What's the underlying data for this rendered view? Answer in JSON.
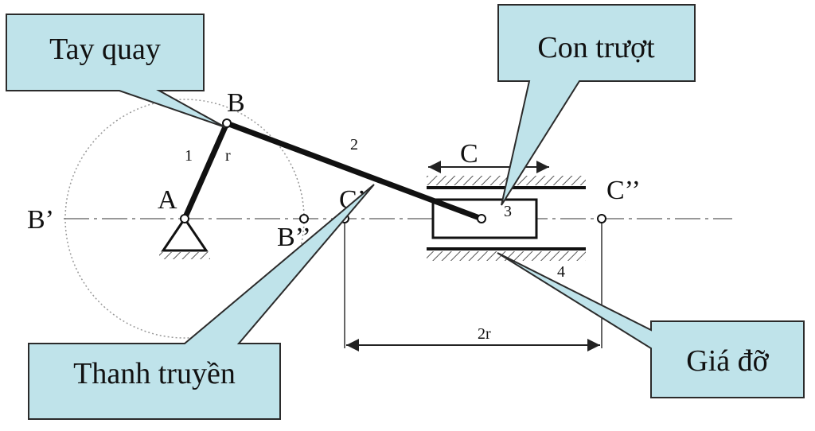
{
  "callouts": {
    "crank": "Tay quay",
    "slider": "Con trượt",
    "rod": "Thanh truyền",
    "frame": "Giá đỡ"
  },
  "points": {
    "A": "A",
    "B": "B",
    "B_left": "B’",
    "B_right": "B’’",
    "C": "C",
    "C_left": "C’",
    "C_right": "C’’"
  },
  "numbers": {
    "link1": "1",
    "radius": "r",
    "link2": "2",
    "link3": "3",
    "link4": "4",
    "stroke": "2r"
  },
  "colors": {
    "callout_fill": "#bfe3ea",
    "callout_stroke": "#2b2b2b",
    "link": "#111111",
    "guide": "#777777"
  }
}
